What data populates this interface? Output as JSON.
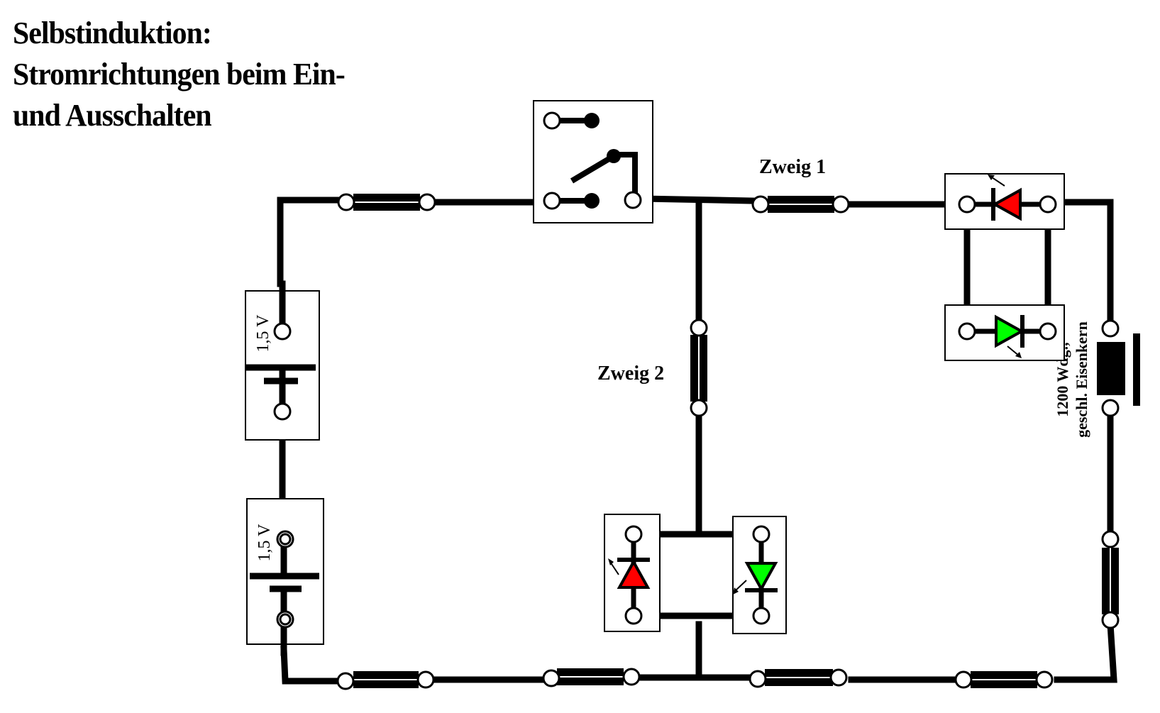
{
  "title": {
    "line1": "Selbstinduktion:",
    "line2": "Stromrichtungen beim Ein-",
    "line3": "und Ausschalten"
  },
  "labels": {
    "branch1": "Zweig 1",
    "branch2": "Zweig 2",
    "battery_top": "1,5 V",
    "battery_bottom": "1,5 V",
    "coil_line1": "1200 Wdg.,",
    "coil_line2": "geschl. Eisenkern"
  },
  "colors": {
    "red_led": "#ff0000",
    "green_led": "#00ff00",
    "wire": "#000000"
  },
  "icons": {
    "switch": "changeover-switch-icon",
    "battery": "battery-cell-icon",
    "led": "led-diode-icon",
    "coil": "iron-core-coil-icon",
    "connector": "plug-connector-icon"
  }
}
